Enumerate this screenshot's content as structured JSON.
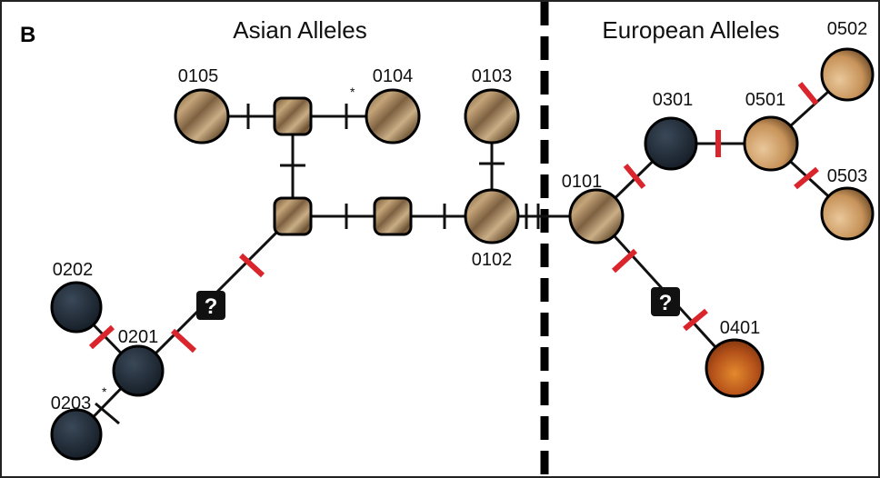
{
  "panel_label": "B",
  "regions": {
    "left": "Asian Alleles",
    "right": "European Alleles"
  },
  "alleles": {
    "a0105": "0105",
    "a0104": "0104",
    "a0103": "0103",
    "a0102": "0102",
    "a0101": "0101",
    "a0202": "0202",
    "a0201": "0201",
    "a0203": "0203",
    "a0301": "0301",
    "a0501": "0501",
    "a0502": "0502",
    "a0503": "0503",
    "a0401": "0401"
  },
  "unknown_marker": "?",
  "asterisk": "*",
  "colors": {
    "mutation_red": "#d9252b",
    "dark_node": "#1f2a36",
    "brown_node": "#8a6a45",
    "tan_node": "#d5a874",
    "orange_node": "#c9641c",
    "divider": "#000000"
  }
}
